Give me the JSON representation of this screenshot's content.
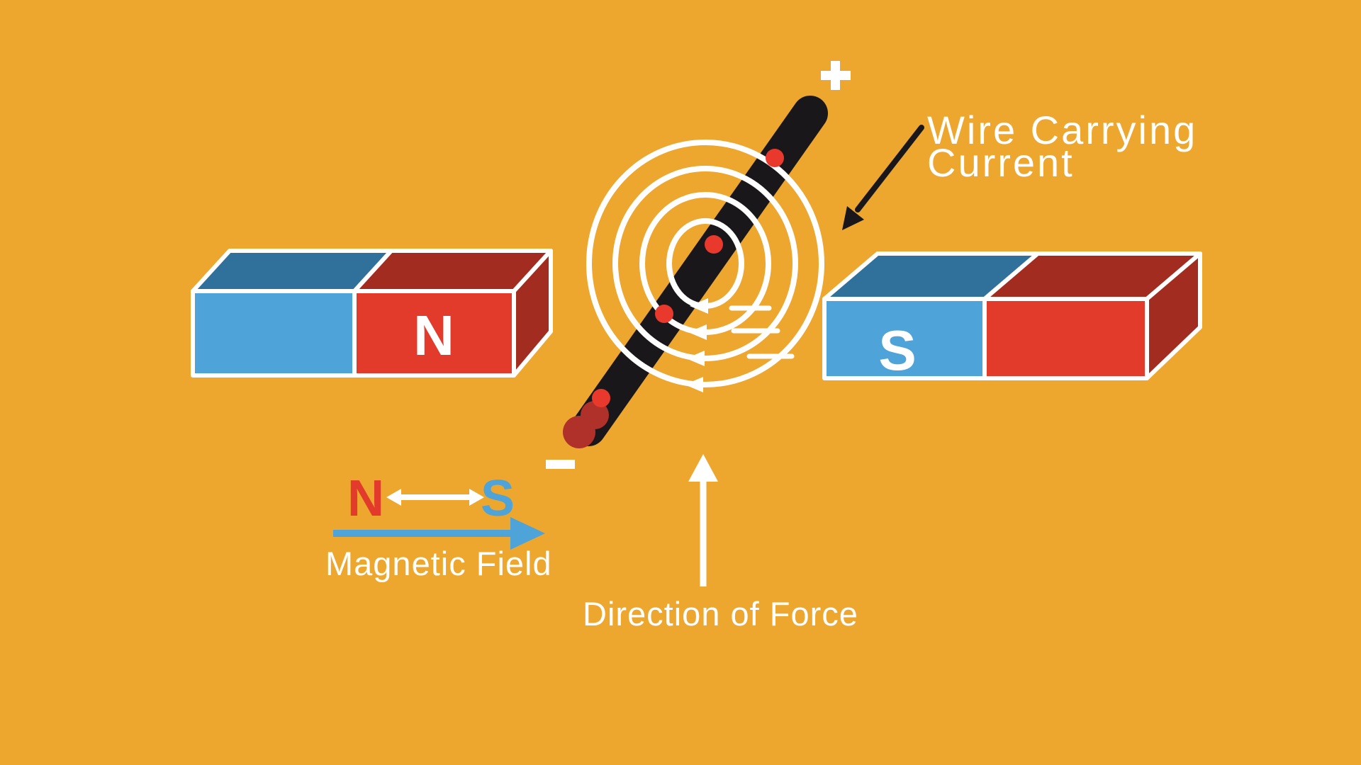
{
  "scene": {
    "description_labels": {
      "wire_line1": "Wire Carrying",
      "wire_line2": "Current",
      "magnetic_field": "Magnetic Field",
      "direction_of_force": "Direction of Force"
    },
    "magnets": {
      "left_pole": "N",
      "right_pole": "S"
    },
    "legend": {
      "north": "N",
      "south": "S"
    },
    "terminals": {
      "positive": "+",
      "negative": "−"
    },
    "field": {
      "ring_count": 4
    },
    "colors": {
      "background": "#EDA72E",
      "magnet_blue": "#4EA3D9",
      "magnet_blue_dark": "#30719B",
      "magnet_red": "#E23B2B",
      "magnet_red_dark": "#A32C20",
      "outline_white": "#FFFFFF",
      "wire_black": "#1A171B",
      "dot_red": "#E8392C",
      "wire_tip_red": "#AF3129",
      "field_arrow_blue": "#4EA3D9",
      "text_white": "#FFFFFF"
    }
  }
}
